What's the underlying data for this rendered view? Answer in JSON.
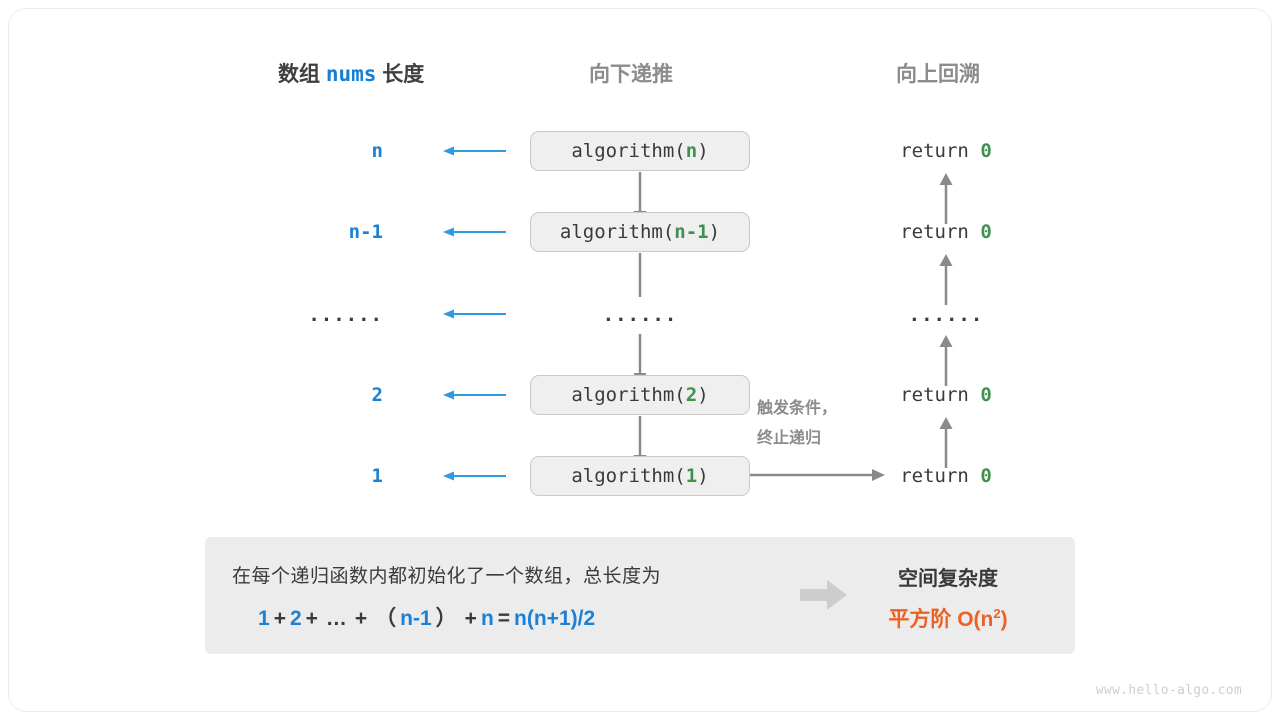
{
  "headers": {
    "left_prefix": "数组",
    "left_mono": "nums",
    "left_suffix": "长度",
    "middle": "向下递推",
    "right": "向上回溯"
  },
  "colors": {
    "blue": "#1a81d4",
    "green": "#3f9150",
    "orange": "#ec6224",
    "gray_text": "#8c8c8c",
    "dark_text": "#3a3a3a",
    "box_fill": "#efefef",
    "box_border": "#c9c9c9",
    "panel_fill": "#ececec"
  },
  "rows": [
    {
      "length": "n",
      "call_name": "algorithm(",
      "call_arg": "n",
      "call_close": ")",
      "return_text": "return",
      "return_value": "0",
      "is_dots": false
    },
    {
      "length": "n-1",
      "call_name": "algorithm(",
      "call_arg": "n-1",
      "call_close": ")",
      "return_text": "return",
      "return_value": "0",
      "is_dots": false
    },
    {
      "length": "······",
      "call_name": "······",
      "call_arg": "",
      "call_close": "",
      "return_text": "······",
      "return_value": "",
      "is_dots": true
    },
    {
      "length": "2",
      "call_name": "algorithm(",
      "call_arg": "2",
      "call_close": ")",
      "return_text": "return",
      "return_value": "0",
      "is_dots": false
    },
    {
      "length": "1",
      "call_name": "algorithm(",
      "call_arg": "1",
      "call_close": ")",
      "return_text": "return",
      "return_value": "0",
      "is_dots": false
    }
  ],
  "trigger_note": {
    "line1": "触发条件，",
    "line2": "终止递归"
  },
  "footer": {
    "description": "在每个递归函数内都初始化了一个数组，总长度为",
    "formula_parts": [
      {
        "text": "1",
        "kind": "num"
      },
      {
        "text": "+",
        "kind": "op"
      },
      {
        "text": "2",
        "kind": "num"
      },
      {
        "text": "+",
        "kind": "op"
      },
      {
        "text": "…",
        "kind": "op"
      },
      {
        "text": "+",
        "kind": "op"
      },
      {
        "text": "（",
        "kind": "op"
      },
      {
        "text": "n-1",
        "kind": "num"
      },
      {
        "text": "）",
        "kind": "op"
      },
      {
        "text": "+",
        "kind": "op"
      },
      {
        "text": "n",
        "kind": "num"
      },
      {
        "text": "=",
        "kind": "op"
      },
      {
        "text": "n(n+1)/2",
        "kind": "num"
      }
    ],
    "result_title": "空间复杂度",
    "result_prefix": "平方阶",
    "result_notation": "O(n",
    "result_exponent": "2",
    "result_suffix": ")"
  },
  "watermark": "www.hello-algo.com"
}
